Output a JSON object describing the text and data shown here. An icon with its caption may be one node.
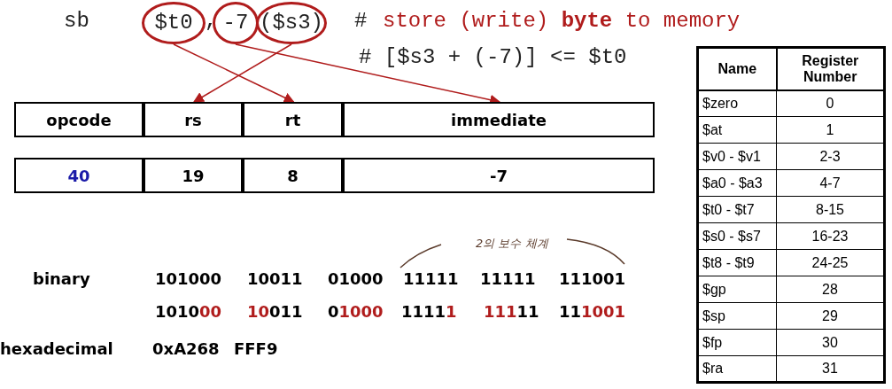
{
  "diagram": {
    "nodes": [
      {
        "text": [
          "$t0"
        ]
      },
      {
        "text": [
          "-7"
        ]
      },
      {
        "text": [
          "($s3)"
        ]
      },
      {
        "text": [
          "opcode"
        ]
      },
      {
        "text": [
          "rs"
        ]
      },
      {
        "text": [
          "rt"
        ]
      },
      {
        "text": [
          "immediate"
        ]
      },
      {
        "text": [
          "40"
        ]
      },
      {
        "text": [
          "19"
        ]
      },
      {
        "text": [
          "8"
        ]
      },
      {
        "text": [
          "-7"
        ]
      }
    ],
    "edges": [
      {
        "from": 0,
        "to": 5,
        "arrow": "to"
      },
      {
        "from": 1,
        "to": 6,
        "arrow": "to"
      },
      {
        "from": 2,
        "to": 4,
        "arrow": "to"
      }
    ],
    "labels": [
      "sb",
      ",",
      "#",
      "store (write) **byte** to memory",
      "# [$s3 + (-7)] <= $t0",
      "2의 보수 체계",
      "binary",
      "101000",
      "10011",
      "01000",
      "11111",
      "11111",
      "111001",
      "101000",
      "10011",
      "01000",
      "11111",
      "11111",
      "111001",
      "hexadecimal",
      "0xA268",
      "FFF9",
      "Name",
      "Register Number",
      "$zero",
      "0",
      "$at",
      "1",
      "$v0 - $v1",
      "2-3",
      "$a0 - $a3",
      "4-7",
      "$t0 - $t7",
      "8-15",
      "$s0 - $s7",
      "16-23",
      "$t8 - $t9",
      "24-25",
      "$gp",
      "28",
      "$sp",
      "29",
      "$fp",
      "30",
      "$ra",
      "31"
    ]
  }
}
